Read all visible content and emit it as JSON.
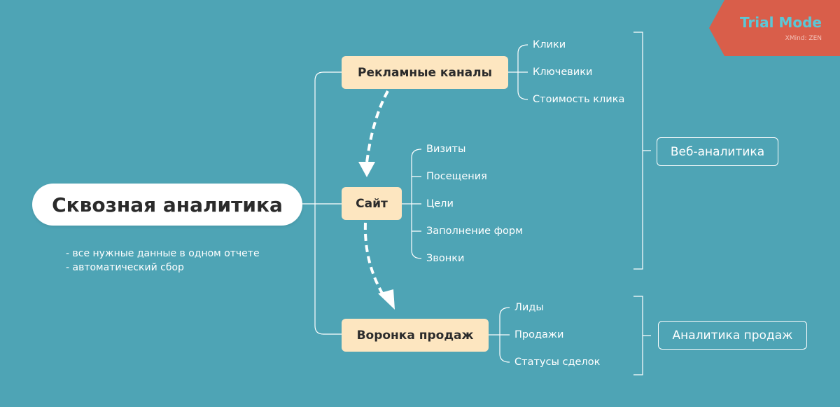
{
  "root": {
    "title": "Сквозная аналитика",
    "notes": [
      "- все нужные данные в одном отчете",
      "- автоматический сбор"
    ]
  },
  "topics": {
    "ads": {
      "label": "Рекламные каналы",
      "items": [
        "Клики",
        "Ключевики",
        "Стоимость клика"
      ]
    },
    "site": {
      "label": "Сайт",
      "items": [
        "Визиты",
        "Посещения",
        "Цели",
        "Заполнение форм",
        "Звонки"
      ]
    },
    "sales": {
      "label": "Воронка продаж",
      "items": [
        "Лиды",
        "Продажи",
        "Статусы сделок"
      ]
    }
  },
  "summaries": {
    "web": "Веб-аналитика",
    "sales": "Аналитика продаж"
  },
  "watermark": {
    "title": "Trial Mode",
    "subtitle": "XMind: ZEN"
  },
  "colors": {
    "background": "#4ea4b5",
    "topic_fill": "#fde6c0",
    "root_fill": "#ffffff",
    "watermark_fill": "#d95e4a",
    "watermark_text": "#5cc7d6"
  }
}
